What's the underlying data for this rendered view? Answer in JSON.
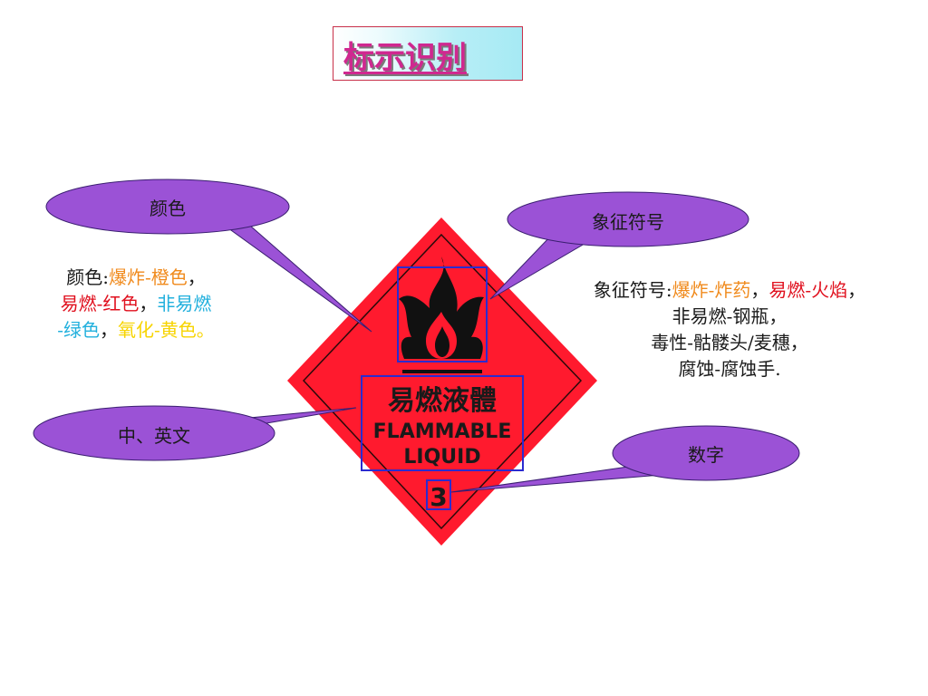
{
  "title": "标示识别",
  "callouts": {
    "color": "颜色",
    "symbol": "象征符号",
    "language": "中、英文",
    "number": "数字"
  },
  "color_desc": {
    "prefix": "颜色:",
    "explosive": "爆炸-橙色",
    "comma1": "，",
    "flammable": "易燃-红色",
    "comma2": "，",
    "nonflammable_a": "非易燃",
    "nonflammable_b": "-绿色",
    "comma3": "，",
    "oxidizer": "氧化-黄色。"
  },
  "symbol_desc": {
    "prefix": "象征符号:",
    "explosive": "爆炸-炸药",
    "comma1": "，",
    "flammable": "易燃-火焰",
    "comma2": "，",
    "line2": "非易燃-钢瓶，",
    "line3": "毒性-骷髅头/麦穗，",
    "line4": "腐蚀-腐蚀手."
  },
  "sign": {
    "chinese": "易燃液體",
    "english_1": "FLAMMABLE",
    "english_2": "LIQUID",
    "class_number": "3",
    "fill_color": "#ff1a2e",
    "border_color": "#2b2bd0"
  },
  "colors": {
    "bubble": "#9b52d6",
    "bubble_stroke": "#3a1e70",
    "title_text": "#d02890"
  }
}
